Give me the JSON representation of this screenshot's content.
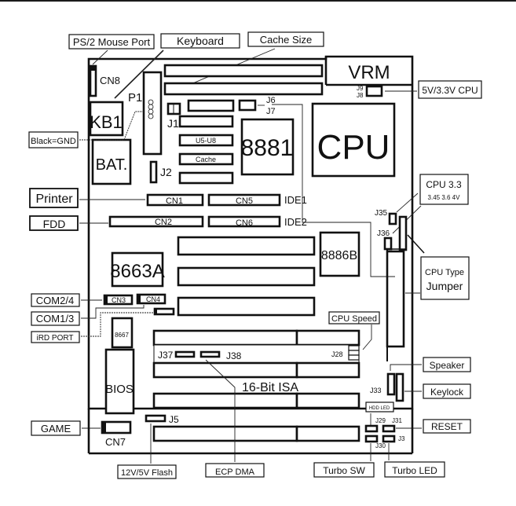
{
  "diagram": {
    "title": "Motherboard Layout",
    "callouts": {
      "ps2_mouse_port": "PS/2 Mouse Port",
      "keyboard": "Keyboard",
      "cache_size": "Cache Size",
      "cpu_5v_33v": "5V/3.3V CPU",
      "black_gnd": "Black=GND",
      "printer": "Printer",
      "fdd": "FDD",
      "com2_4": "COM2/4",
      "com1_3": "COM1/3",
      "ird_port": "iRD PORT",
      "game": "GAME",
      "flash_12v_5v": "12V/5V Flash",
      "ecp_dma": "ECP DMA",
      "turbo_sw": "Turbo SW",
      "turbo_led": "Turbo LED",
      "reset": "RESET",
      "keylock": "Keylock",
      "speaker": "Speaker",
      "cpu_type_line1": "CPU Type",
      "cpu_type_line2": "Jumper",
      "cpu_voltage_line1": "CPU 3.3",
      "cpu_voltage_line2": "3.45  3.6  4V",
      "cpu_speed": "CPU Speed",
      "hdd_led": "HDD LED"
    },
    "components": {
      "cn8": "CN8",
      "kb1": "KB1",
      "p1": "P1",
      "bat": "BAT.",
      "j1": "J1",
      "j2": "J2",
      "u5_u8": "U5-U8",
      "cache": "Cache",
      "chip_8881": "8881",
      "cpu": "CPU",
      "vrm": "VRM",
      "j9": "J9",
      "j8": "J8",
      "j6": "J6",
      "j7": "J7",
      "cn1": "CN1",
      "cn5": "CN5",
      "ide1": "IDE1",
      "cn2": "CN2",
      "cn6": "CN6",
      "ide2": "IDE2",
      "chip_8663a": "8663A",
      "chip_8886b": "8886B",
      "j35": "J35",
      "j36": "J36",
      "cn3": "CN3",
      "cn4": "CN4",
      "chip_8667": "8667",
      "bios": "BIOS",
      "j37": "J37",
      "j38": "J38",
      "j28": "J28",
      "isa_label": "16-Bit ISA",
      "j33": "J33",
      "j5": "J5",
      "cn7": "CN7",
      "j29": "J29",
      "j31": "J31",
      "j30": "J30",
      "j3": "J3"
    }
  }
}
